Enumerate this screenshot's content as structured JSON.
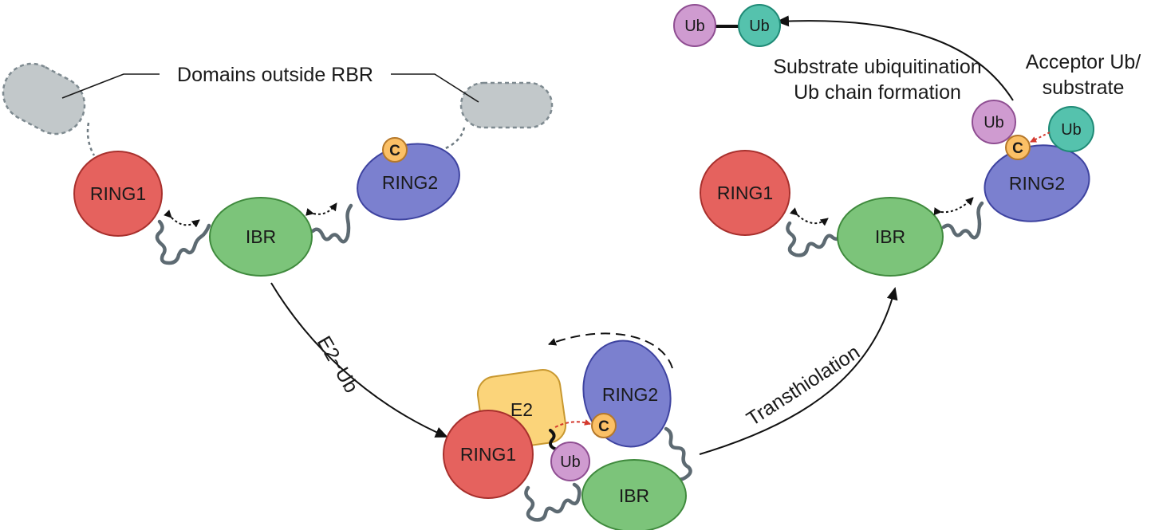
{
  "domains": {
    "ring1": "RING1",
    "ibr": "IBR",
    "ring2": "RING2",
    "e2": "E2",
    "ub": "Ub",
    "cysteine": "C"
  },
  "labels": {
    "domains_outside": "Domains outside RBR",
    "e2_ub": "E2~Ub",
    "transthiolation": "Transthiolation",
    "substrate_line1": "Substrate ubiquitination",
    "substrate_line2": "Ub chain formation",
    "acceptor_line1": "Acceptor Ub/",
    "acceptor_line2": "substrate"
  },
  "colors": {
    "ring1": "#e5625e",
    "ibr": "#7cc47a",
    "ring2": "#7b80cf",
    "e2": "#fbd47a",
    "ub_purple": "#cf9bd0",
    "ub_teal": "#55c2ad",
    "cysteine": "#fbc066",
    "outside_domain": "#c2c8ca",
    "linker": "#5d6a72",
    "transfer_arrow": "#d43a2f"
  }
}
